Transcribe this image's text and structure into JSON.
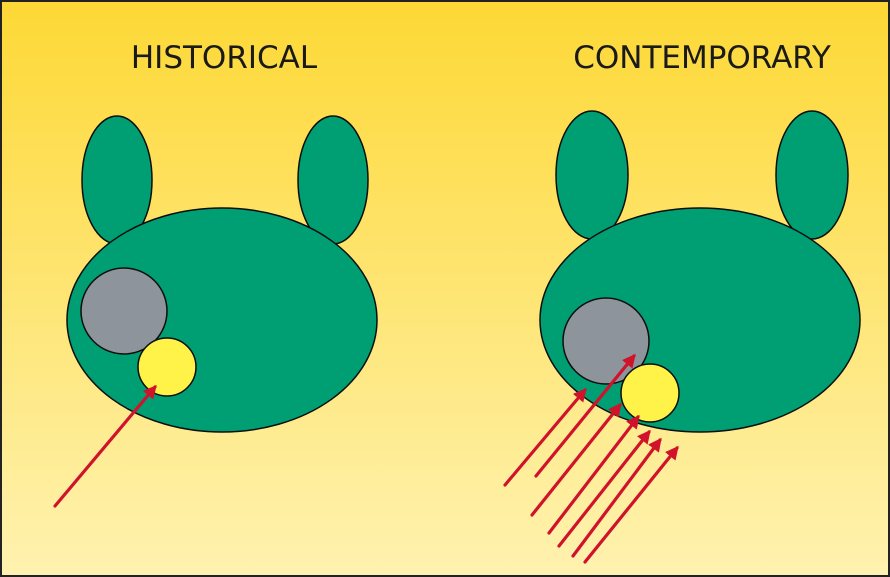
{
  "titles": {
    "left": "HISTORICAL",
    "right": "CONTEMPORARY"
  },
  "colors": {
    "background_top": "#FDD835",
    "background_bottom": "#FFF2B0",
    "border": "#222222",
    "body_fill": "#009E73",
    "grey_circle": "#8E949C",
    "yellow_circle": "#FFF34A",
    "arrow": "#D0122A",
    "outline": "#0d0d0d"
  },
  "panels": [
    {
      "id": "historical",
      "arrow_count": 1
    },
    {
      "id": "contemporary",
      "arrow_count": 7
    }
  ]
}
